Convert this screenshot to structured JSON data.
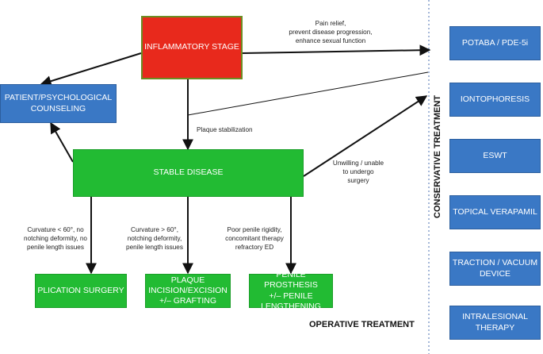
{
  "nodes": {
    "inflammatory": "INFLAMMATORY STAGE",
    "counseling": "PATIENT/PSYCHOLOGICAL\nCOUNSELING",
    "stable": "STABLE DISEASE",
    "plication": "PLICATION SURGERY",
    "incision": "PLAQUE\nINCISION/EXCISION\n+/– GRAFTING",
    "prosthesis": "PENILE PROSTHESIS\n+/– PENILE\nLENGTHENING"
  },
  "conservative": {
    "heading": "CONSERVATIVE TREATMENT",
    "items": [
      "POTABA / PDE-5i",
      "IONTOPHORESIS",
      "ESWT",
      "TOPICAL VERAPAMIL",
      "TRACTION / VACUUM\nDEVICE",
      "INTRALESIONAL\nTHERAPY"
    ]
  },
  "operative_heading": "OPERATIVE TREATMENT",
  "edge_labels": {
    "pain_relief": "Pain relief,\nprevent disease progression,\nenhance sexual function",
    "plaque_stabilization": "Plaque stabilization",
    "unwilling": "Unwilling / unable\nto undergo\nsurgery",
    "curv_lt": "Curvature < 60°, no\nnotching deformity, no\npenile length issues",
    "curv_gt": "Curvature > 60°,\nnotching deformity,\npenile length issues",
    "poor_rigidity": "Poor penile rigidity,\nconcomitant therapy\nrefractory ED"
  },
  "colors": {
    "inflammatory": "#e8291c",
    "operative": "#22bb33",
    "conservative": "#3a78c5",
    "counseling": "#3a78c5"
  }
}
